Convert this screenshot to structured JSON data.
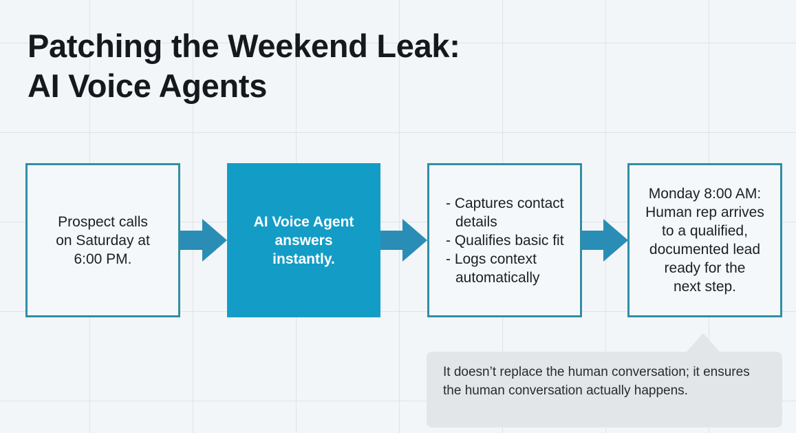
{
  "title": {
    "line1": "Patching the Weekend Leak:",
    "line2": "AI Voice Agents"
  },
  "steps": [
    {
      "text": "Prospect calls\non Saturday at\n6:00 PM."
    },
    {
      "text": "AI Voice Agent\nanswers\ninstantly."
    },
    {
      "items": [
        "Captures contact details",
        "Qualifies basic fit",
        "Logs context automatically"
      ]
    },
    {
      "text": "Monday 8:00 AM:\nHuman rep arrives\nto a qualified,\ndocumented lead\nready for the\nnext step."
    }
  ],
  "note": {
    "text": "It doesn’t replace the human conversation; it ensures the human conversation actually happens."
  },
  "colors": {
    "accent": "#139dc6",
    "box_border": "#2f8ea6",
    "arrow": "#2a8db5",
    "note_bg": "#e3e6e9"
  }
}
